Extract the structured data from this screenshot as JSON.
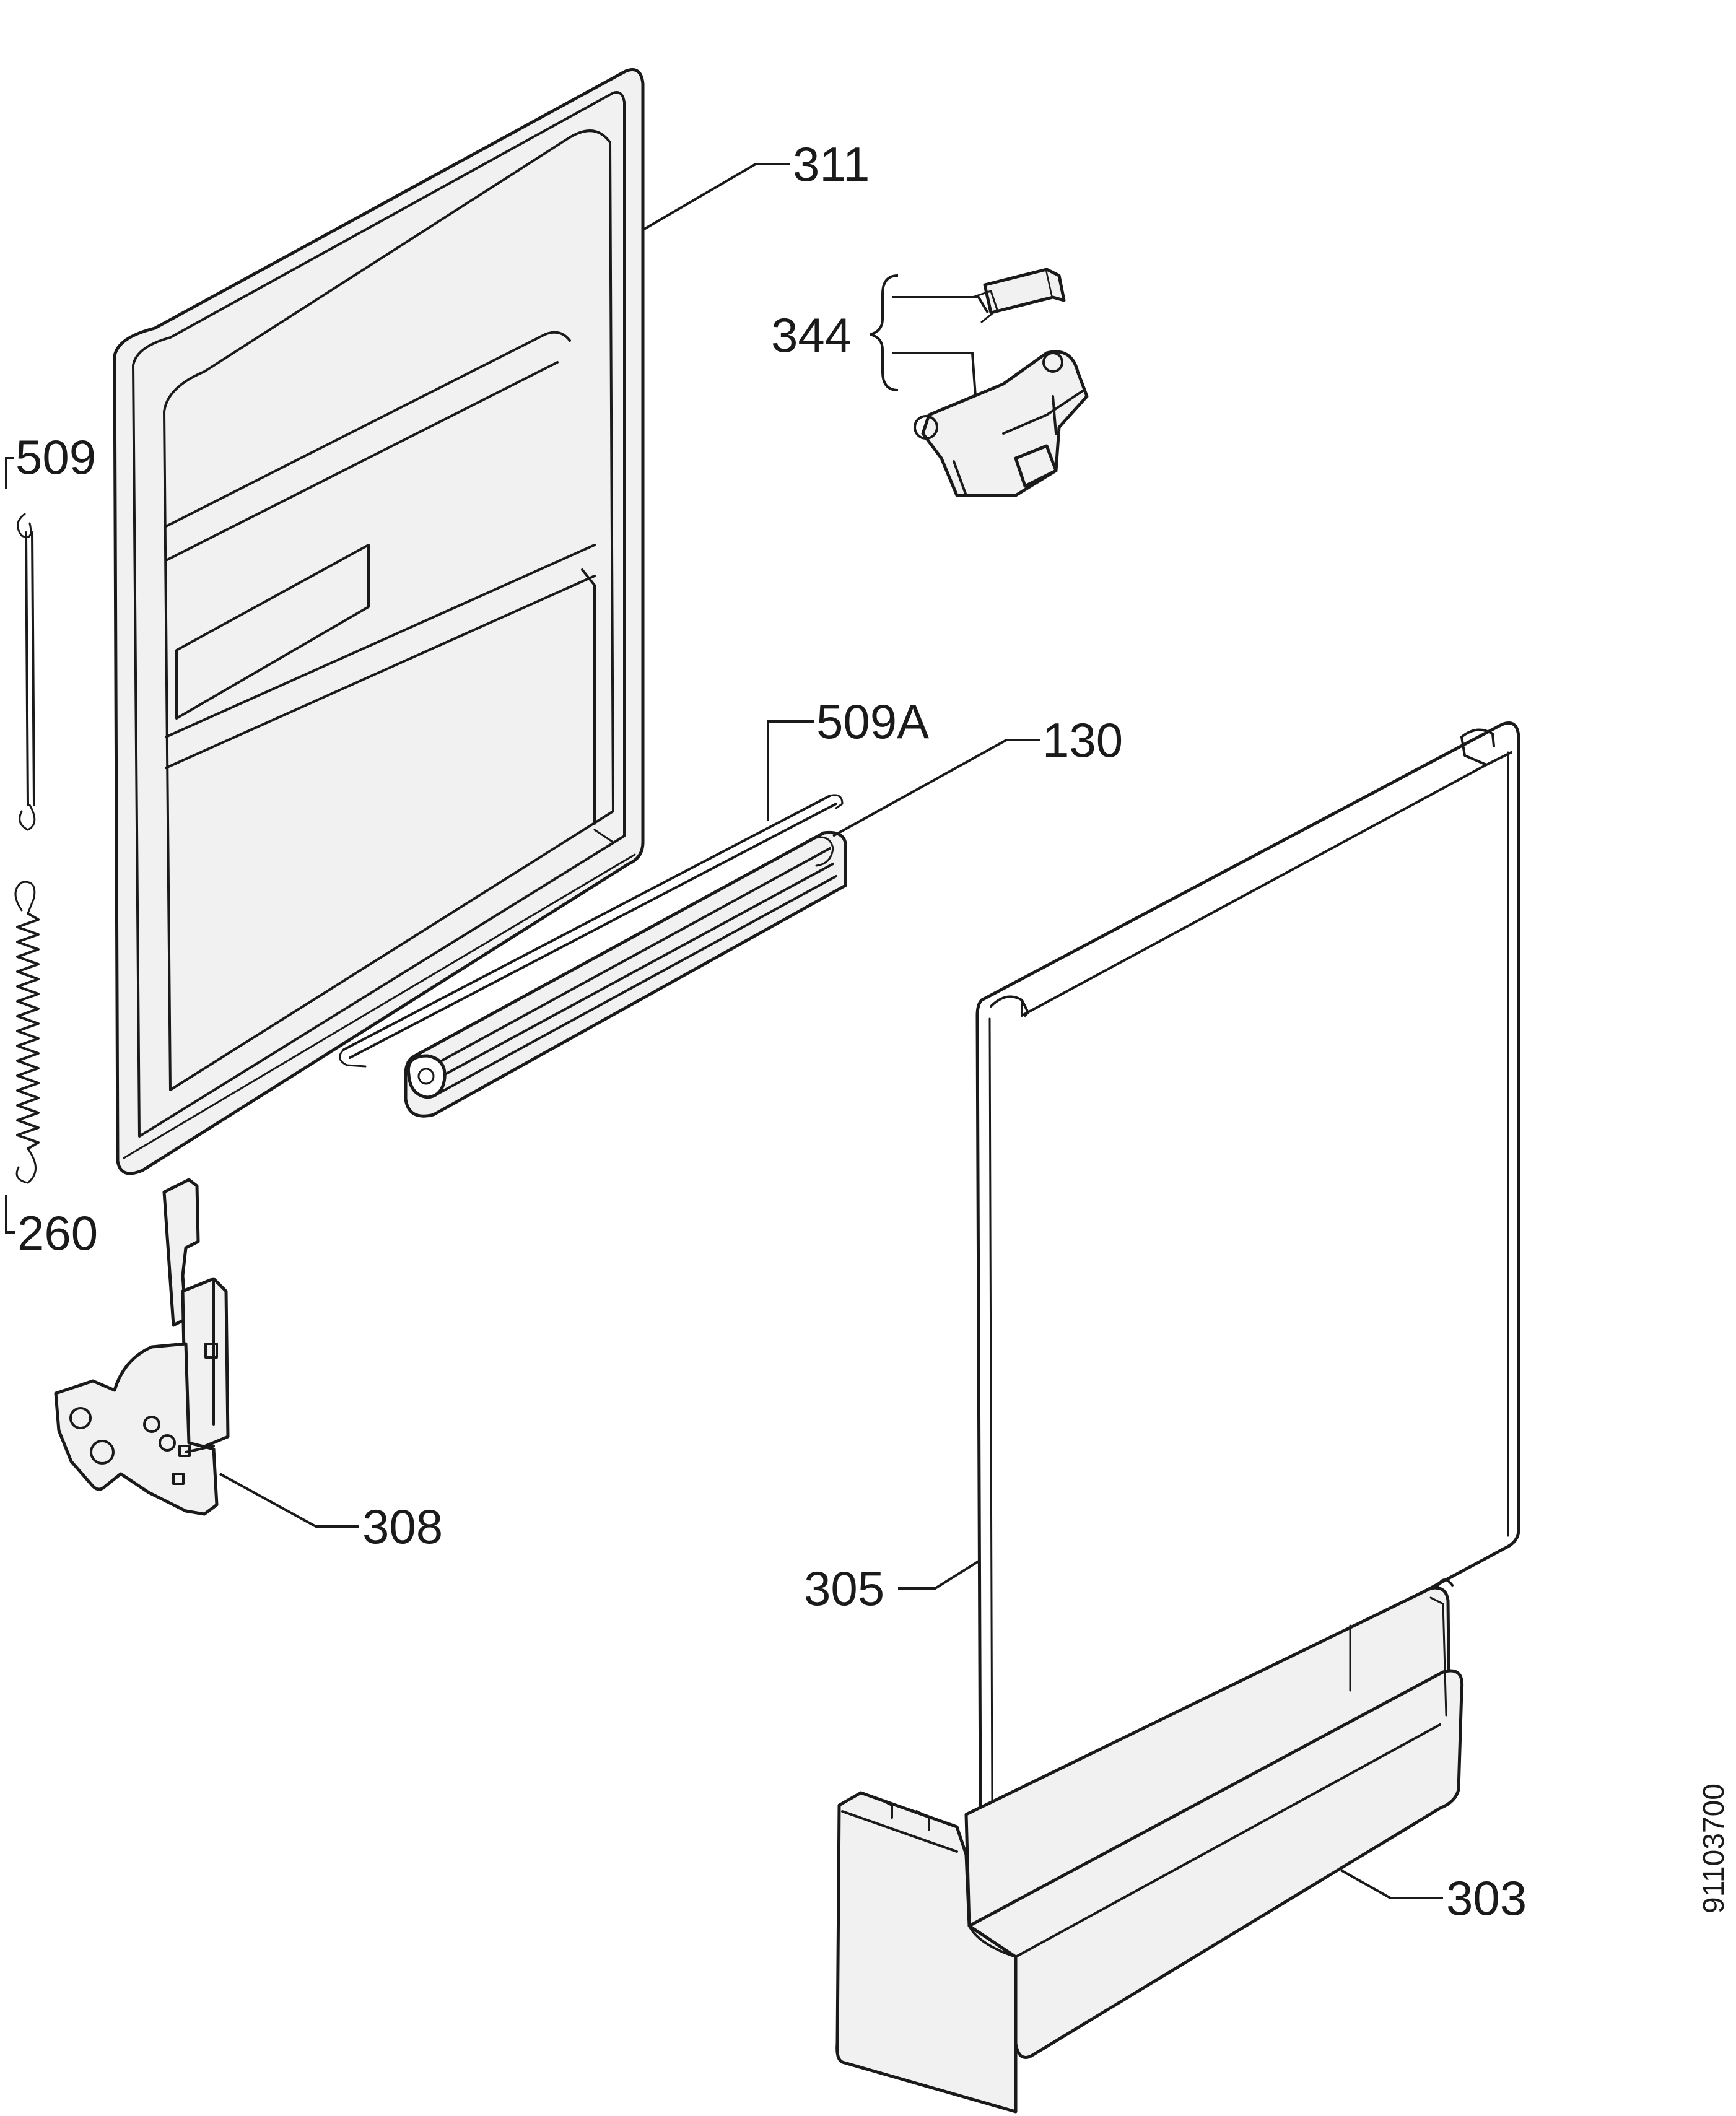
{
  "callouts": {
    "c311": "311",
    "c344": "344",
    "c509": "509",
    "c509a": "509A",
    "c130": "130",
    "c260": "260",
    "c308": "308",
    "c305": "305",
    "c303": "303"
  },
  "drawing_number": "91103700",
  "colors": {
    "line": "#1a1a1a",
    "fill": "#f1f1f1",
    "background": "#ffffff"
  }
}
